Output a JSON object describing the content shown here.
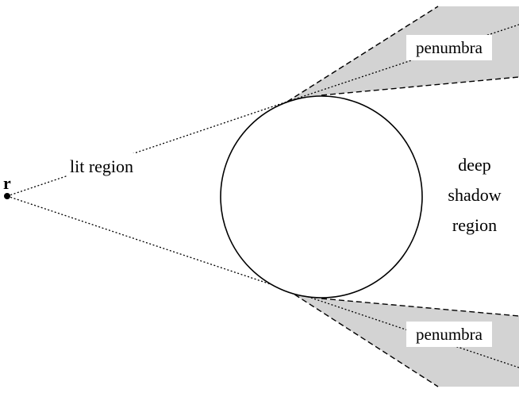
{
  "labels": {
    "point": "r",
    "lit": "lit region",
    "penumbra_top": "penumbra",
    "penumbra_bottom": "penumbra",
    "deep_line1": "deep",
    "deep_line2": "shadow",
    "deep_line3": "region"
  },
  "colors": {
    "penumbra_fill": "#d3d3d3",
    "stroke": "#000000",
    "background": "#ffffff"
  }
}
